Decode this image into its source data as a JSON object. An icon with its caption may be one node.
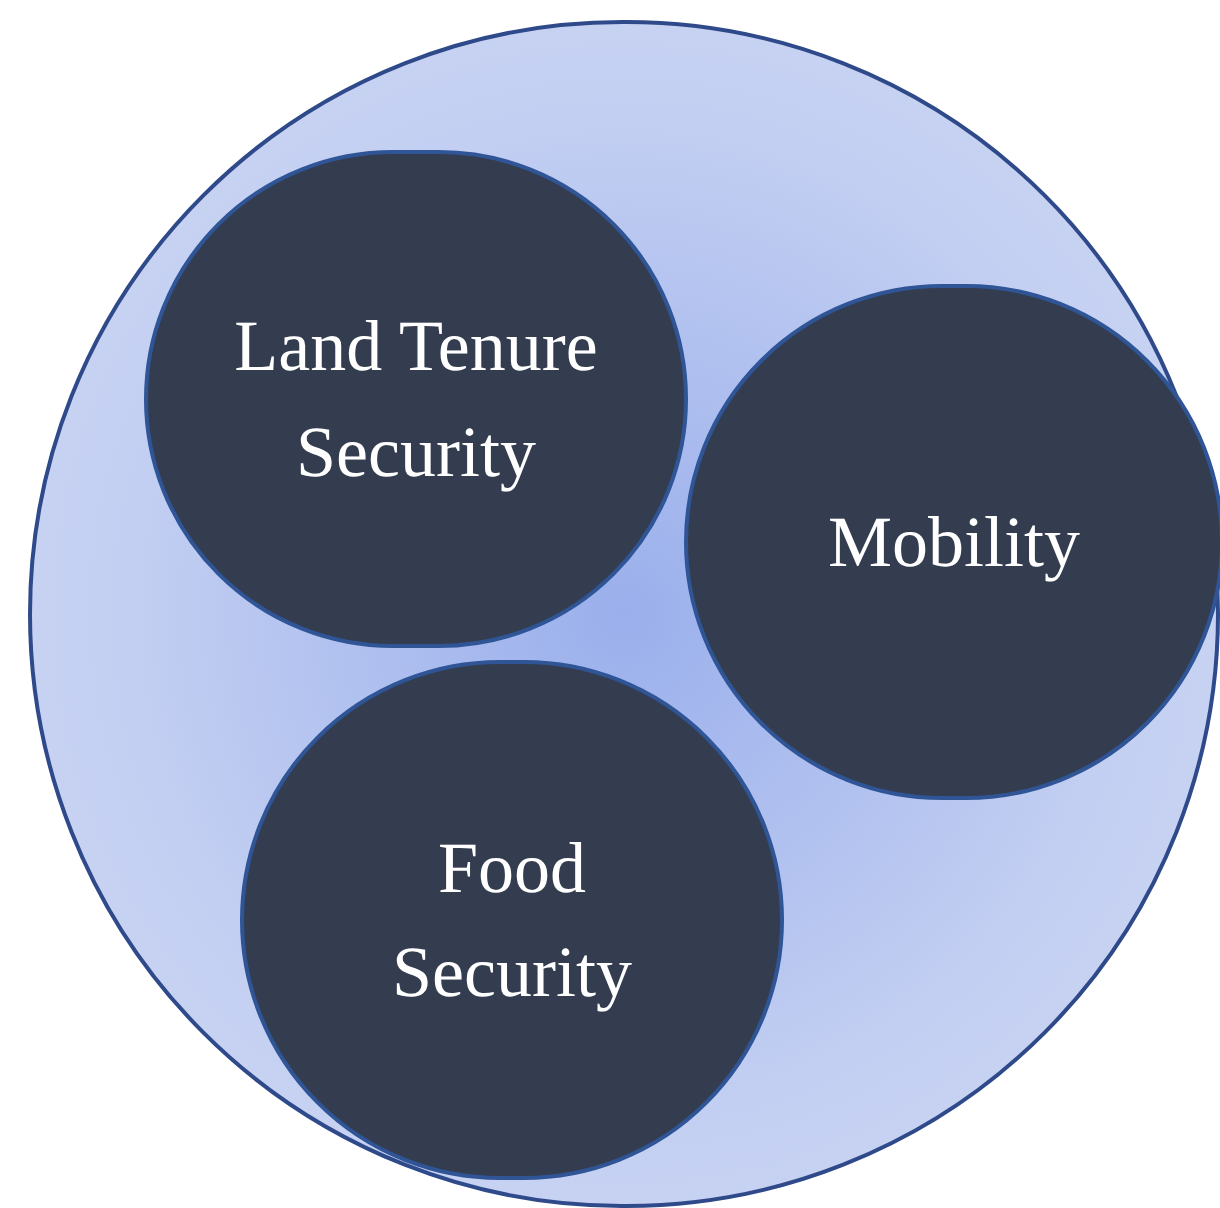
{
  "diagram": {
    "nodes": [
      {
        "text": [],
        "shape": "circle"
      },
      {
        "text": [
          "Land Tenure Security"
        ],
        "in": 0
      },
      {
        "text": [
          "Mobility"
        ],
        "in": 0
      },
      {
        "text": [
          "Food Security"
        ],
        "in": 0
      }
    ]
  }
}
